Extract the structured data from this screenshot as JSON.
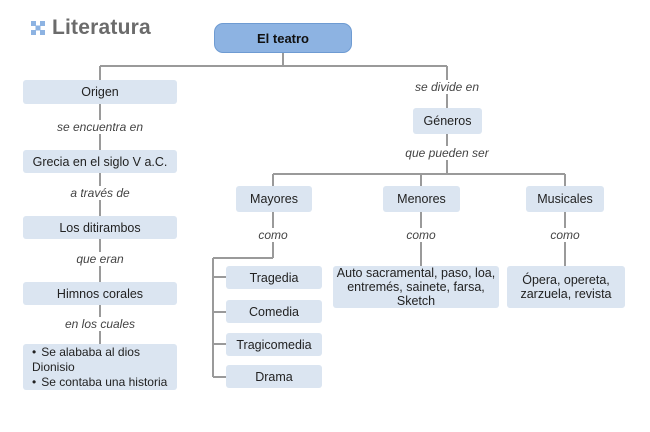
{
  "header": {
    "title": "Literatura",
    "icon": "x-cross-icon"
  },
  "root": "El teatro",
  "left": {
    "origin": "Origen",
    "link1": "se encuentra en",
    "place": "Grecia en el siglo V a.C.",
    "link2": "a través de",
    "dithyrambs": "Los ditirambos",
    "link3": "que eran",
    "hymns": "Himnos corales",
    "link4": "en los cuales",
    "facts": [
      "Se alababa al dios Dionisio",
      "Se contaba una historia"
    ]
  },
  "right": {
    "link1": "se divide en",
    "genres": "Géneros",
    "link2": "que pueden ser",
    "major": {
      "label": "Mayores",
      "link": "como",
      "items": [
        "Tragedia",
        "Comedia",
        "Tragicomedia",
        "Drama"
      ]
    },
    "minor": {
      "label": "Menores",
      "link": "como",
      "detail_line1": "Auto sacramental, paso, loa,",
      "detail_line2": "entremés, sainete, farsa, Sketch"
    },
    "musical": {
      "label": "Musicales",
      "link": "como",
      "detail_line1": "Ópera, opereta,",
      "detail_line2": "zarzuela, revista"
    }
  },
  "colors": {
    "node": "#dbe5f1",
    "root": "#8db3e2",
    "line": "#9a9a9a",
    "brand_icon": "#8db3e2"
  }
}
